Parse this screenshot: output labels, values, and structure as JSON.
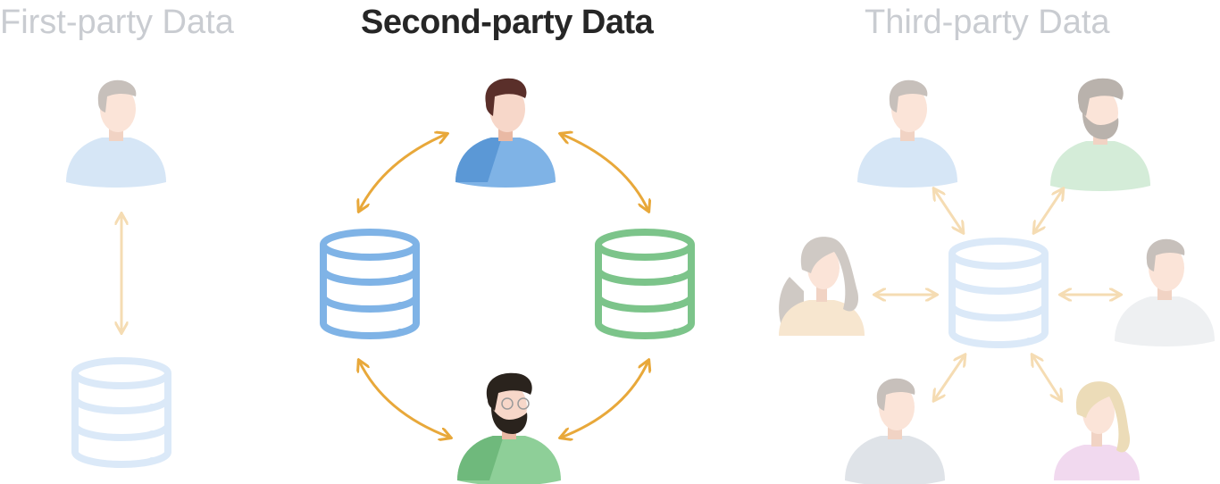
{
  "titles": {
    "first_party": "First-party Data",
    "second_party": "Second-party Data",
    "third_party": "Third-party Data"
  },
  "colors": {
    "arrow_active": "#e8a83a",
    "arrow_faded": "#f5dcb3",
    "db_blue": "#7fb3e6",
    "db_green": "#7cc48a",
    "db_faded_blue": "#dbe9f8",
    "title_active": "#262626",
    "title_faded": "#c9ccd1"
  }
}
